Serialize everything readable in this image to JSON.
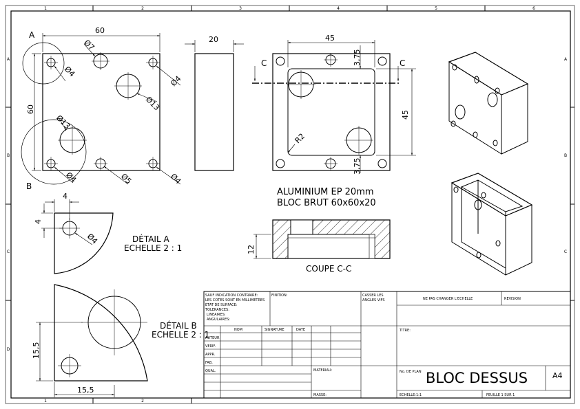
{
  "border": {
    "cols": [
      "1",
      "2",
      "3",
      "4",
      "5",
      "6"
    ],
    "rows": [
      "A",
      "B",
      "C",
      "D"
    ]
  },
  "front_view": {
    "dim_width": "60",
    "dim_height": "60",
    "hole_small_a": "Ø7",
    "hole_corner_a": "Ø4",
    "hole_mid": "Ø4",
    "hole_large": "Ø13",
    "hole_b_large": "Ø13",
    "hole_b_small": "Ø4",
    "hole_b_mid": "Ø5",
    "hole_b_right": "Ø4",
    "label_a": "A",
    "label_b": "B"
  },
  "side_view": {
    "dim_thickness": "20"
  },
  "section_view": {
    "dim_width": "45",
    "dim_top": "3,75",
    "dim_height": "45",
    "dim_bottom": "3,75",
    "radius": "R2",
    "cut_left": "C",
    "cut_right": "C"
  },
  "material_note": {
    "line1": "ALUMINIUM EP 20mm",
    "line2": "BLOC BRUT 60x60x20"
  },
  "detail_a": {
    "dim_h": "4",
    "dim_v": "4",
    "hole": "Ø4",
    "title": "DÉTAIL A",
    "scale": "ECHELLE 2 : 1"
  },
  "detail_b": {
    "title": "DÉTAIL B",
    "scale": "ECHELLE 2 : 1",
    "dim_v": "15,5",
    "dim_h": "15,5"
  },
  "coupe": {
    "dim": "12",
    "title": "COUPE C-C"
  },
  "title_block": {
    "note_lines": [
      "SAUF INDICATION CONTRAIRE:",
      "LES COTES SONT EN MILLIMETRES",
      "ETAT DE SURFACE:",
      "TOLERANCES:",
      "  LINEAIRES:",
      "  ANGULAIRES:"
    ],
    "finition": "FINITION:",
    "casser": [
      "CASSER LES",
      "ANGLES VIFS"
    ],
    "ne_pas": "NE PAS CHANGER L'ECHELLE",
    "revision": "REVISION",
    "col_nom": "NOM",
    "col_signature": "SIGNATURE",
    "col_date": "DATE",
    "row_auteur": "AUTEUR",
    "row_verif": "VERIF.",
    "row_appr": "APPR.",
    "row_fab": "FAB.",
    "row_qual": "QUAL.",
    "titre": "TITRE:",
    "materiau": "MATERIAU:",
    "no_plan": "No. DE PLAN",
    "drawing_title": "BLOC DESSUS",
    "format": "A4",
    "masse": "MASSE:",
    "echelle": "ECHELLE:1:1",
    "feuille": "FEUILLE 1 SUR 1"
  }
}
